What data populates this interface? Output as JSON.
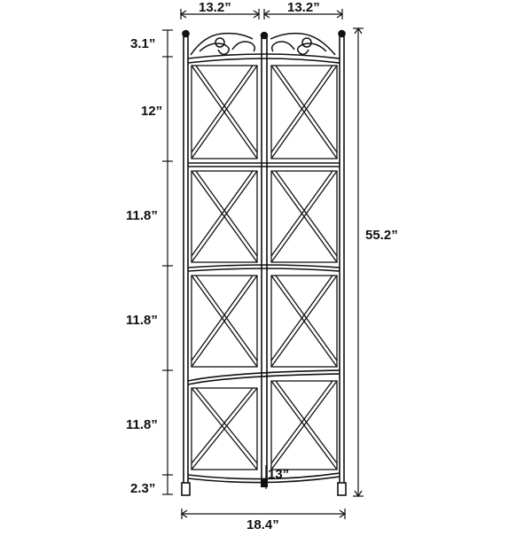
{
  "diagram": {
    "dimensions": {
      "top_left_width": "13.2”",
      "top_right_width": "13.2”",
      "crown_height": "3.1”",
      "tier1_height": "12”",
      "tier2_height": "11.8”",
      "tier3_height": "11.8”",
      "tier4_height": "11.8”",
      "foot_height": "2.3”",
      "total_height": "55.2”",
      "shelf_depth": "13”",
      "bottom_width": "18.4”"
    },
    "colors": {
      "line": "#111111",
      "background": "#ffffff"
    }
  }
}
